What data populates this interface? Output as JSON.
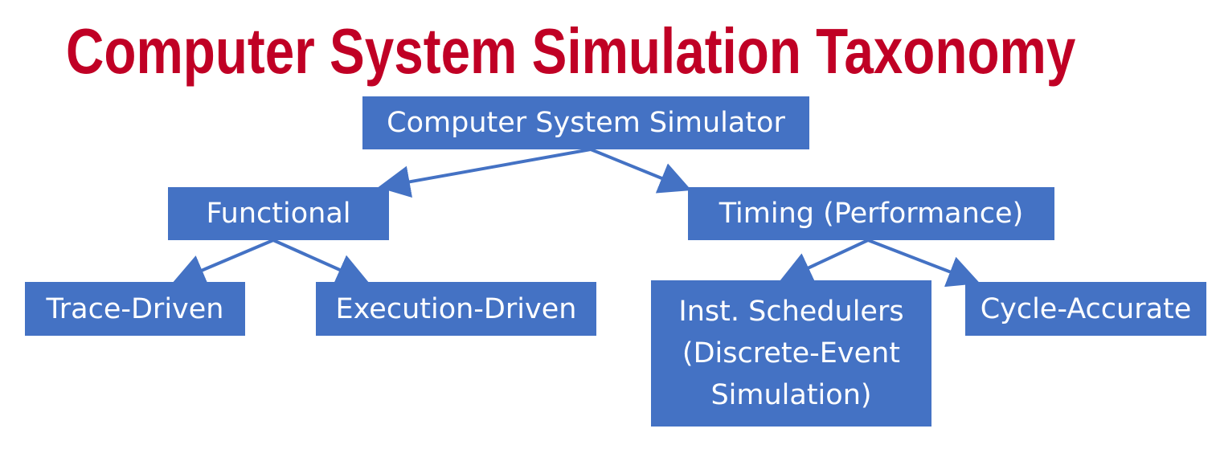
{
  "title": "Computer System Simulation Taxonomy",
  "colors": {
    "title": "#c00025",
    "node_fill": "#4472c4",
    "node_text": "#ffffff",
    "edge": "#4472c4"
  },
  "nodes": {
    "root": "Computer System Simulator",
    "functional": "Functional",
    "timing": "Timing (Performance)",
    "trace_driven": "Trace-Driven",
    "execution_driven": "Execution-Driven",
    "inst_schedulers": "Inst. Schedulers\n(Discrete-Event\nSimulation)",
    "cycle_accurate": "Cycle-Accurate"
  },
  "edges": [
    {
      "from": "root",
      "to": "functional"
    },
    {
      "from": "root",
      "to": "timing"
    },
    {
      "from": "functional",
      "to": "trace_driven"
    },
    {
      "from": "functional",
      "to": "execution_driven"
    },
    {
      "from": "timing",
      "to": "inst_schedulers"
    },
    {
      "from": "timing",
      "to": "cycle_accurate"
    }
  ]
}
